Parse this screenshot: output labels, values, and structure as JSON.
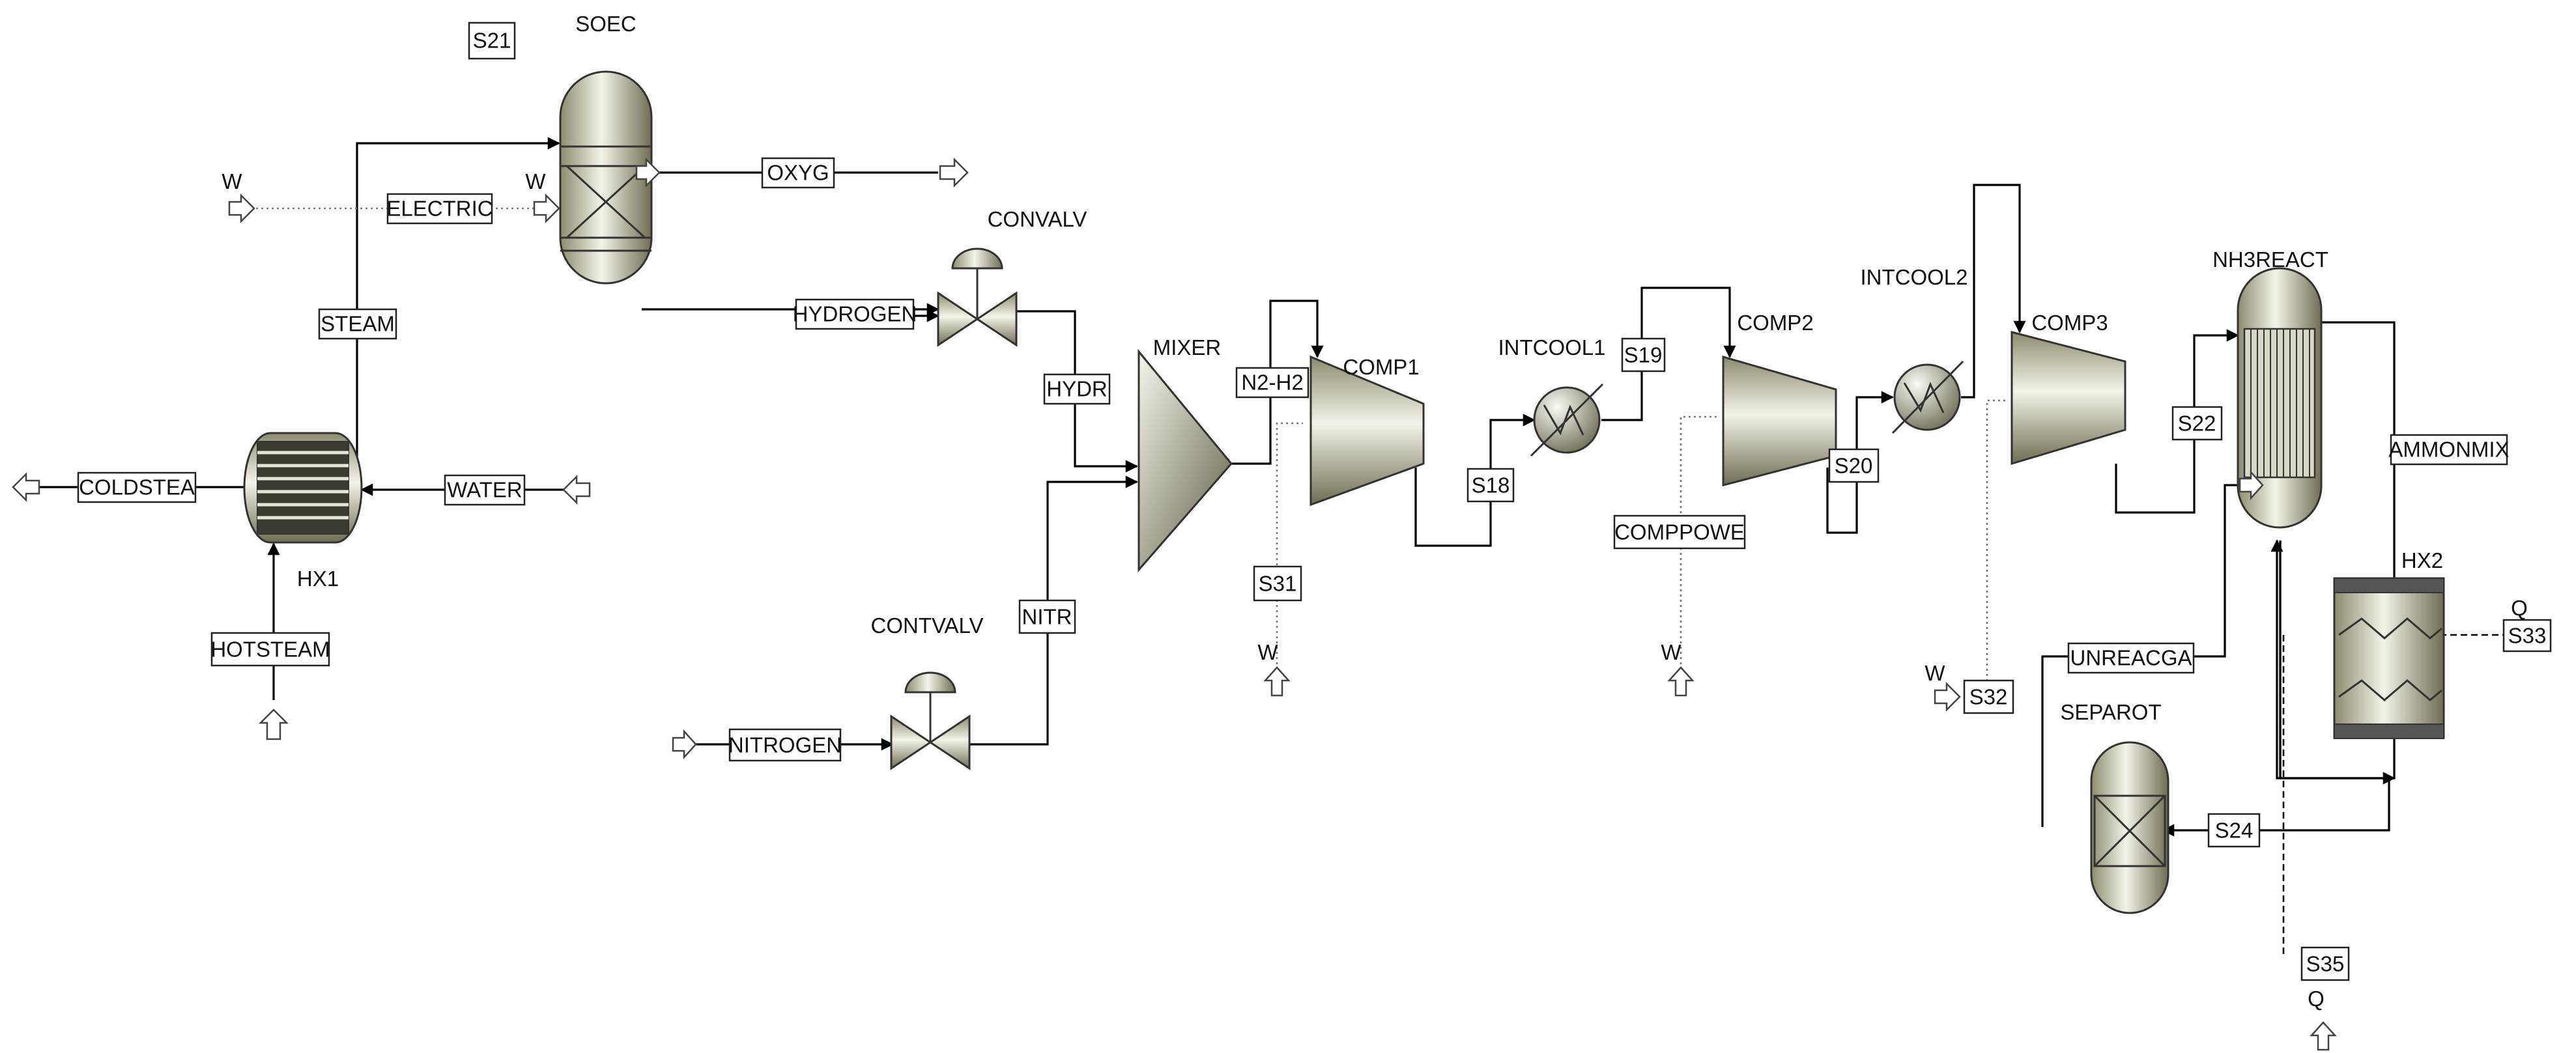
{
  "diagram": {
    "units": {
      "soec": "SOEC",
      "s21": "S21",
      "convalv": "CONVALV",
      "mixer": "MIXER",
      "comp1": "COMP1",
      "intcool1": "INTCOOL1",
      "comp2": "COMP2",
      "intcool2": "INTCOOL2",
      "comp3": "COMP3",
      "nh3react": "NH3REACT",
      "hx2": "HX2",
      "hx1": "HX1",
      "contvalv": "CONTVALV",
      "separot": "SEPAROT"
    },
    "streams": {
      "oxyg": "OXYG",
      "electric": "ELECTRIC",
      "steam": "STEAM",
      "hydrogen": "HYDROGEN",
      "hydr": "HYDR",
      "n2h2": "N2-H2",
      "s19": "S19",
      "s18": "S18",
      "s20": "S20",
      "s22": "S22",
      "ammonmix": "AMMONMIX",
      "coldstea": "COLDSTEA",
      "water": "WATER",
      "hotsteam": "HOTSTEAM",
      "nitr": "NITR",
      "nitrogen": "NITROGEN",
      "s31": "S31",
      "comppowe": "COMPPOWE",
      "s32": "S32",
      "unreacga": "UNREACGA",
      "s33": "S33",
      "s24": "S24",
      "s35": "S35"
    },
    "port_labels": {
      "w_electric_in": "W",
      "w_soec": "W",
      "w_comp1": "W",
      "w_comp2": "W",
      "w_comp3": "W",
      "q_s33": "Q",
      "q_s35": "Q"
    }
  }
}
